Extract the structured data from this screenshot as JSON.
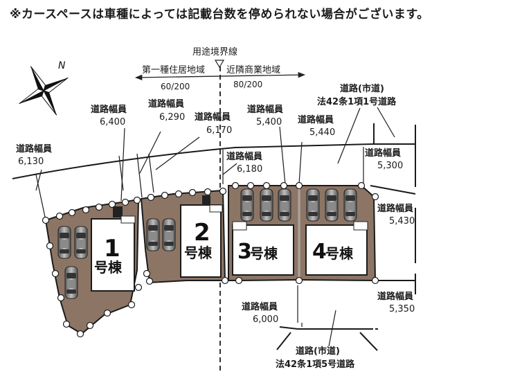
{
  "notice": "※カースペースは車種によっては記載台数を停められない場合がございます。",
  "compass": {
    "label": "N"
  },
  "zoning": {
    "boundary_label": "用途境界線",
    "left_zone": "第一種住居地域",
    "right_zone": "近隣商業地域",
    "left_ratio": "60/200",
    "right_ratio": "80/200"
  },
  "roads": {
    "width_label": "道路幅員",
    "w_6130": "6,130",
    "w_6400": "6,400",
    "w_6290": "6,290",
    "w_6170": "6,170",
    "w_6180": "6,180",
    "w_5400": "5,400",
    "w_5440": "5,440",
    "w_5300": "5,300",
    "w_5430": "5,430",
    "w_5350": "5,350",
    "w_6000": "6,000",
    "city_road_top": {
      "line1": "道路(市道)",
      "line2": "法42条1項1号道路"
    },
    "city_road_bottom": {
      "line1": "道路(市道)",
      "line2": "法42条1項5号道路"
    }
  },
  "buildings": {
    "b1": {
      "num": "1",
      "suffix": "号棟"
    },
    "b2": {
      "num": "2",
      "suffix": "号棟"
    },
    "b3": {
      "num": "3",
      "suffix": "号棟"
    },
    "b4": {
      "num": "4",
      "suffix": "号棟"
    }
  }
}
